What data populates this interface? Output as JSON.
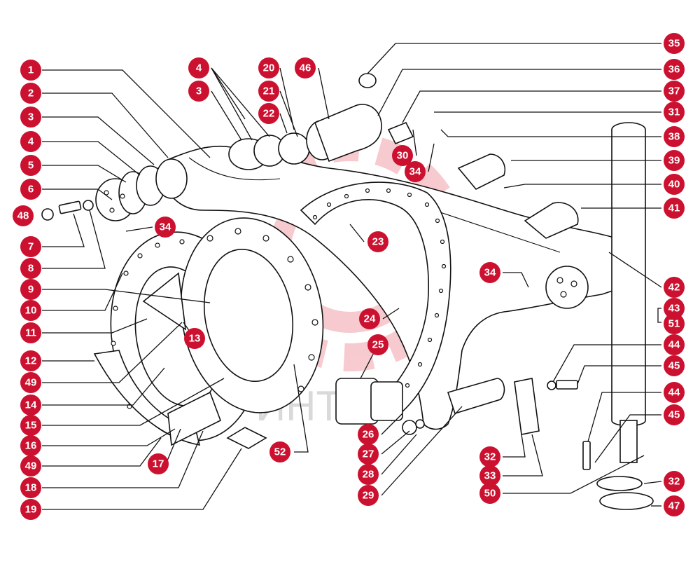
{
  "watermark": {
    "text": "ИНТЕХ",
    "gear_color": "#f4b6bc"
  },
  "badge_color": "#cc1130",
  "callouts": [
    {
      "label": "1"
    },
    {
      "label": "2"
    },
    {
      "label": "3"
    },
    {
      "label": "4"
    },
    {
      "label": "5"
    },
    {
      "label": "6"
    },
    {
      "label": "48"
    },
    {
      "label": "7"
    },
    {
      "label": "8"
    },
    {
      "label": "9"
    },
    {
      "label": "10"
    },
    {
      "label": "11"
    },
    {
      "label": "12"
    },
    {
      "label": "49"
    },
    {
      "label": "14"
    },
    {
      "label": "15"
    },
    {
      "label": "16"
    },
    {
      "label": "49"
    },
    {
      "label": "18"
    },
    {
      "label": "19"
    },
    {
      "label": "4"
    },
    {
      "label": "3"
    },
    {
      "label": "20"
    },
    {
      "label": "21"
    },
    {
      "label": "22"
    },
    {
      "label": "46"
    },
    {
      "label": "34"
    },
    {
      "label": "13"
    },
    {
      "label": "17"
    },
    {
      "label": "52"
    },
    {
      "label": "23"
    },
    {
      "label": "24"
    },
    {
      "label": "25"
    },
    {
      "label": "26"
    },
    {
      "label": "27"
    },
    {
      "label": "28"
    },
    {
      "label": "29"
    },
    {
      "label": "30"
    },
    {
      "label": "34"
    },
    {
      "label": "34"
    },
    {
      "label": "35"
    },
    {
      "label": "36"
    },
    {
      "label": "37"
    },
    {
      "label": "31"
    },
    {
      "label": "38"
    },
    {
      "label": "39"
    },
    {
      "label": "40"
    },
    {
      "label": "41"
    },
    {
      "label": "42"
    },
    {
      "label": "43"
    },
    {
      "label": "51"
    },
    {
      "label": "44"
    },
    {
      "label": "45"
    },
    {
      "label": "44"
    },
    {
      "label": "45"
    },
    {
      "label": "32"
    },
    {
      "label": "33"
    },
    {
      "label": "50"
    },
    {
      "label": "32"
    },
    {
      "label": "47"
    }
  ]
}
